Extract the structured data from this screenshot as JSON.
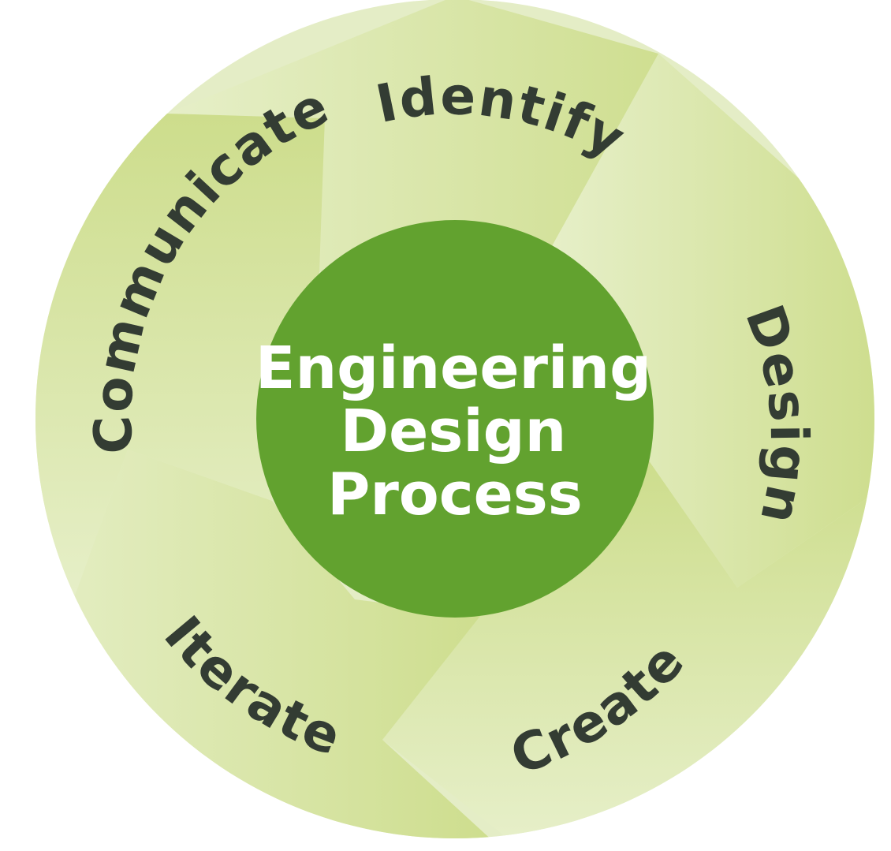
{
  "title_lines": [
    "Engineering",
    "Design",
    "Process"
  ],
  "stages": [
    {
      "id": "identify",
      "label": "Identify"
    },
    {
      "id": "design",
      "label": "Design"
    },
    {
      "id": "create",
      "label": "Create"
    },
    {
      "id": "iterate",
      "label": "Iterate"
    },
    {
      "id": "communicate",
      "label": "Communicate"
    }
  ],
  "colors": {
    "ring_light": "#e4edc6",
    "segment": "#cddd8c",
    "segment_highlight": "#e6efc8",
    "center": "#62a22f",
    "center_text": "#ffffff",
    "stage_text": "#333c33"
  }
}
